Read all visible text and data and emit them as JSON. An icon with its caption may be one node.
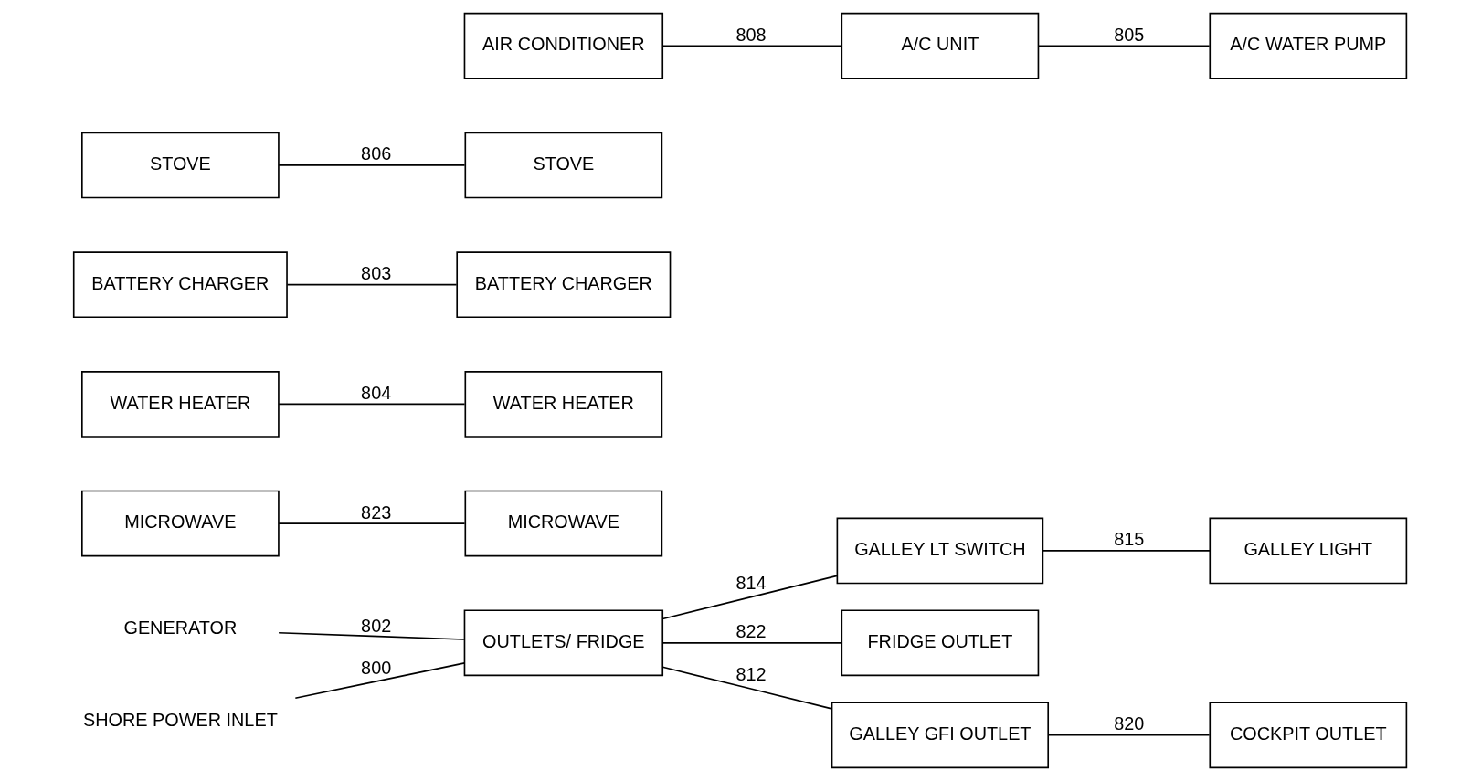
{
  "diagram": {
    "nodes": [
      {
        "text": [
          "AIR CONDITIONER"
        ]
      },
      {
        "text": [
          "STOVE"
        ]
      },
      {
        "text": [
          "BATTERY CHARGER"
        ]
      },
      {
        "text": [
          "WATER HEATER"
        ]
      },
      {
        "text": [
          "MICROWAVE"
        ]
      },
      {
        "text": [
          "OUTLETS/ FRIDGE"
        ]
      },
      {
        "text": [
          "STOVE"
        ]
      },
      {
        "text": [
          "BATTERY CHARGER"
        ]
      },
      {
        "text": [
          "WATER HEATER"
        ]
      },
      {
        "text": [
          "MICROWAVE"
        ]
      },
      {
        "text": [
          "A/C UNIT"
        ]
      },
      {
        "text": [
          "A/C WATER PUMP"
        ]
      },
      {
        "text": [
          "GALLEY LT SWITCH"
        ]
      },
      {
        "text": [
          "GALLEY LIGHT"
        ]
      },
      {
        "text": [
          "FRIDGE OUTLET"
        ]
      },
      {
        "text": [
          "GALLEY GFI OUTLET"
        ]
      },
      {
        "text": [
          "COCKPIT OUTLET"
        ]
      },
      {
        "text": [
          "GENERATOR"
        ]
      },
      {
        "text": [
          "SHORE POWER INLET"
        ]
      }
    ],
    "edges": [
      {
        "from": 6,
        "to": 1,
        "arrow": "none",
        "label": "806"
      },
      {
        "from": 7,
        "to": 2,
        "arrow": "none",
        "label": "803"
      },
      {
        "from": 8,
        "to": 3,
        "arrow": "none",
        "label": "804"
      },
      {
        "from": 9,
        "to": 4,
        "arrow": "none",
        "label": "823"
      },
      {
        "from": 0,
        "to": 10,
        "arrow": "none",
        "label": "808"
      },
      {
        "from": 10,
        "to": 11,
        "arrow": "none",
        "label": "805"
      },
      {
        "from": 5,
        "to": 12,
        "arrow": "none",
        "label": "814"
      },
      {
        "from": 12,
        "to": 13,
        "arrow": "none",
        "label": "815"
      },
      {
        "from": 5,
        "to": 14,
        "arrow": "none",
        "label": "822"
      },
      {
        "from": 5,
        "to": 15,
        "arrow": "none",
        "label": "812"
      },
      {
        "from": 15,
        "to": 16,
        "arrow": "none",
        "label": "820"
      },
      {
        "from": 17,
        "to": 5,
        "arrow": "none",
        "label": "802"
      },
      {
        "from": 18,
        "to": 5,
        "arrow": "none",
        "label": "800"
      }
    ]
  }
}
